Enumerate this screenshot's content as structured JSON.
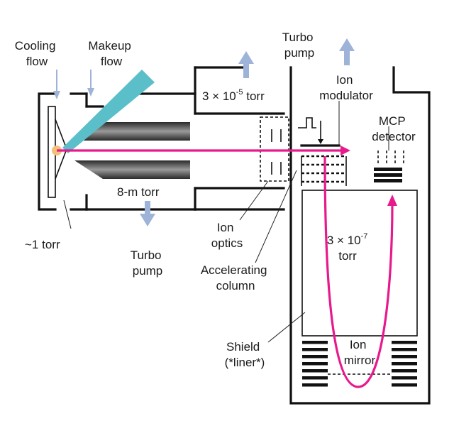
{
  "labels": {
    "cooling_flow": [
      "Cooling",
      "flow"
    ],
    "makeup_flow": [
      "Makeup",
      "flow"
    ],
    "turbo_pump_top": [
      "Turbo",
      "pump"
    ],
    "turbo_pump_bottom": [
      "Turbo",
      "pump"
    ],
    "source_pressure": "~1 torr",
    "middle_pressure": "8-m torr",
    "upper_pressure": {
      "base": "3 × 10",
      "exp": "-5",
      "unit": " torr"
    },
    "ion_modulator": [
      "Ion",
      "modulator"
    ],
    "mcp_detector": [
      "MCP",
      "detector"
    ],
    "flight_pressure": {
      "base": "3 × 10",
      "exp": "-7",
      "unit": "torr"
    },
    "ion_optics": [
      "Ion",
      "optics"
    ],
    "accelerating_column": [
      "Accelerating",
      "column"
    ],
    "shield": [
      "Shield",
      "(*liner*)"
    ],
    "ion_mirror": [
      "Ion",
      "mirror"
    ]
  },
  "colors": {
    "ion_beam": "#e8198b",
    "arrow_blue": "#9db3d8",
    "laser": "#5bbfc9",
    "source_spot": "#f2c27a",
    "skimmer_gray": "#555555"
  }
}
